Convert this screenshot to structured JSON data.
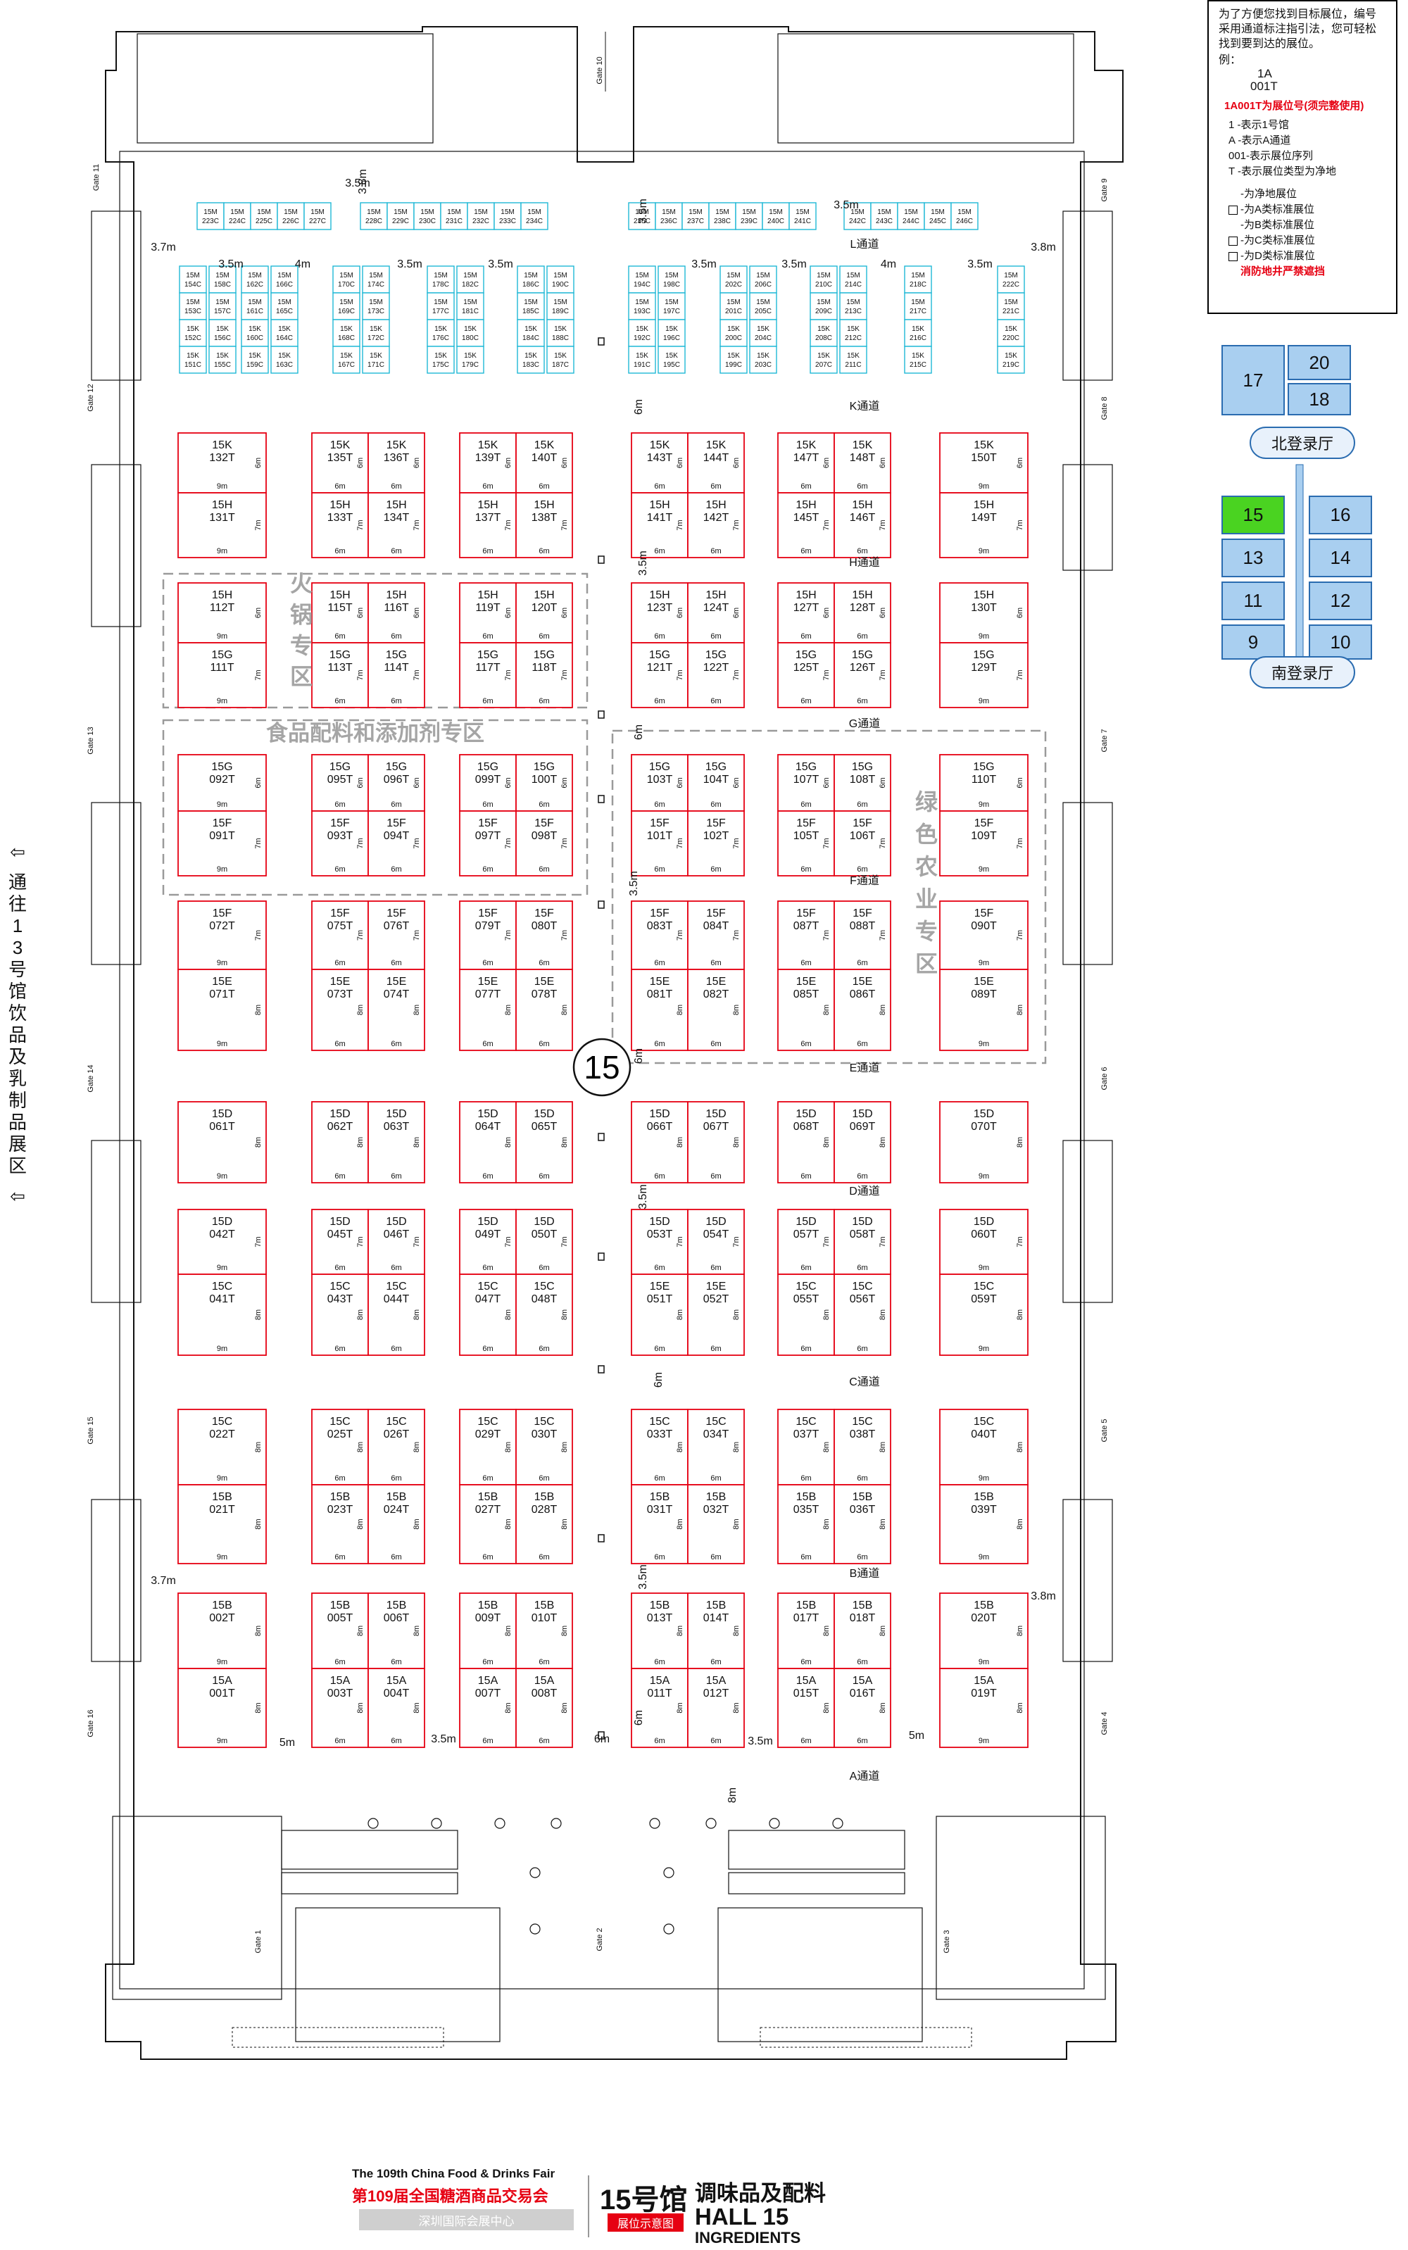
{
  "hall_number": "15",
  "legend": {
    "intro": "为了方便您找到目标展位，编号采用通道标注指引法，您可轻松找到要到达的展位。",
    "example_label": "例：",
    "example_code_line1": "1A",
    "example_code_line2": "001T",
    "example_note": "1A001T为展位号(须完整使用)",
    "explanations": [
      "1 -表示1号馆",
      "A -表示A通道",
      "001-表示展位序列",
      "T -表示展位类型为净地"
    ],
    "types": [
      "-为净地展位",
      "-为A类标准展位",
      "-为B类标准展位",
      "-为C类标准展位",
      "-为D类标准展位"
    ],
    "fire_note": "消防地井严禁遮挡"
  },
  "keymap": {
    "halls": [
      {
        "id": "17",
        "current": false
      },
      {
        "id": "20",
        "current": false
      },
      {
        "id": "18",
        "current": false
      },
      {
        "id": "15",
        "current": true
      },
      {
        "id": "16",
        "current": false
      },
      {
        "id": "13",
        "current": false
      },
      {
        "id": "14",
        "current": false
      },
      {
        "id": "11",
        "current": false
      },
      {
        "id": "12",
        "current": false
      },
      {
        "id": "9",
        "current": false
      },
      {
        "id": "10",
        "current": false
      }
    ],
    "north_lobby": "北登录厅",
    "south_lobby": "南登录厅"
  },
  "side_note": {
    "arrow": "⇦",
    "text": "通往13号馆饮品及乳制品展区"
  },
  "gates": [
    "Gate 10",
    "Gate 9",
    "Gate 8",
    "Gate 7",
    "Gate 6",
    "Gate 5",
    "Gate 4",
    "Gate 3",
    "Gate 2",
    "Gate 1",
    "Gate 16",
    "Gate 15",
    "Gate 14",
    "Gate 13",
    "Gate 12",
    "Gate 11"
  ],
  "aisles": [
    "L通道",
    "K通道",
    "H通道",
    "G通道",
    "F通道",
    "E通道",
    "D通道",
    "C通道",
    "B通道",
    "A通道"
  ],
  "zones": {
    "hotpot": "火锅专区",
    "food_ingredients": "食品配料和添加剂专区",
    "green_agri": "绿色农业专区"
  },
  "booth_dims": {
    "w6": "6m",
    "w9": "9m",
    "d7": "7m",
    "d8": "8m",
    "d6": "6m"
  },
  "aisle_dims": {
    "a": "3.5m",
    "b": "3.8m",
    "c": "3.7m",
    "d": "4m",
    "e": "6m",
    "f": "5m",
    "g": "8m",
    "h": "3.8m"
  },
  "small_booth_rows": [
    [
      "15M 223C",
      "15M 224C",
      "15M 225C",
      "15M 226C",
      "15M 227C",
      "15M 228C",
      "15M 229C",
      "15M 230C",
      "15M 231C",
      "15M 232C",
      "15M 233C",
      "15M 234C"
    ],
    [
      "15M 235C",
      "15M 236C",
      "15M 237C",
      "15M 238C",
      "15M 239C",
      "15M 240C",
      "15M 241C",
      "15M 242C",
      "15M 243C",
      "15M 244C",
      "15M 245C",
      "15M 246C"
    ]
  ],
  "small_booth_cols": [
    [
      "15M 154C",
      "15M 153C",
      "15K 152C",
      "15K 151C"
    ],
    [
      "15M 158C",
      "15M 157C",
      "15K 156C",
      "15K 155C"
    ],
    [
      "15M 162C",
      "15M 161C",
      "15K 160C",
      "15K 159C"
    ],
    [
      "15M 166C",
      "15M 165C",
      "15K 164C",
      "15K 163C"
    ],
    [
      "15M 170C",
      "15M 169C",
      "15K 168C",
      "15K 167C"
    ],
    [
      "15M 174C",
      "15M 173C",
      "15K 172C",
      "15K 171C"
    ],
    [
      "15M 178C",
      "15M 177C",
      "15K 176C",
      "15K 175C"
    ],
    [
      "15M 182C",
      "15M 181C",
      "15K 180C",
      "15K 179C"
    ],
    [
      "15M 186C",
      "15M 185C",
      "15K 184C",
      "15K 183C"
    ],
    [
      "15M 190C",
      "15M 189C",
      "15K 188C",
      "15K 187C"
    ],
    [
      "15M 194C",
      "15M 193C",
      "15K 192C",
      "15K 191C"
    ],
    [
      "15M 198C",
      "15M 197C",
      "15K 196C",
      "15K 195C"
    ],
    [
      "15M 202C",
      "15M 201C",
      "15K 200C",
      "15K 199C"
    ],
    [
      "15M 206C",
      "15M 205C",
      "15K 204C",
      "15K 203C"
    ],
    [
      "15M 210C",
      "15M 209C",
      "15K 208C",
      "15K 207C"
    ],
    [
      "15M 214C",
      "15M 213C",
      "15K 212C",
      "15K 211C"
    ],
    [
      "15M 218C",
      "15M 217C",
      "15K 216C",
      "15K 215C"
    ],
    [
      "15M 222C",
      "15M 221C",
      "15K 220C",
      "15K 219C"
    ]
  ],
  "booth_rows": [
    {
      "top": [
        "15K 132T",
        "15K 135T",
        "15K 136T",
        "15K 139T",
        "15K 140T",
        "15K 143T",
        "15K 144T",
        "15K 147T",
        "15K 148T",
        "15K 150T"
      ],
      "bottom": [
        "15H 131T",
        "15H 133T",
        "15H 134T",
        "15H 137T",
        "15H 138T",
        "15H 141T",
        "15H 142T",
        "15H 145T",
        "15H 146T",
        "15H 149T"
      ]
    },
    {
      "top": [
        "15H 112T",
        "15H 115T",
        "15H 116T",
        "15H 119T",
        "15H 120T",
        "15H 123T",
        "15H 124T",
        "15H 127T",
        "15H 128T",
        "15H 130T"
      ],
      "bottom": [
        "15G 111T",
        "15G 113T",
        "15G 114T",
        "15G 117T",
        "15G 118T",
        "15G 121T",
        "15G 122T",
        "15G 125T",
        "15G 126T",
        "15G 129T"
      ]
    },
    {
      "top": [
        "15G 092T",
        "15G 095T",
        "15G 096T",
        "15G 099T",
        "15G 100T",
        "15G 103T",
        "15G 104T",
        "15G 107T",
        "15G 108T",
        "15G 110T"
      ],
      "bottom": [
        "15F 091T",
        "15F 093T",
        "15F 094T",
        "15F 097T",
        "15F 098T",
        "15F 101T",
        "15F 102T",
        "15F 105T",
        "15F 106T",
        "15F 109T"
      ]
    },
    {
      "top": [
        "15F 072T",
        "15F 075T",
        "15F 076T",
        "15F 079T",
        "15F 080T",
        "15F 083T",
        "15F 084T",
        "15F 087T",
        "15F 088T",
        "15F 090T"
      ],
      "bottom": [
        "15E 071T",
        "15E 073T",
        "15E 074T",
        "15E 077T",
        "15E 078T",
        "15E 081T",
        "15E 082T",
        "15E 085T",
        "15E 086T",
        "15E 089T"
      ]
    },
    {
      "top": [
        "15D 061T",
        "15D 062T",
        "15D 063T",
        "15D 064T",
        "15D 065T",
        "15D 066T",
        "15D 067T",
        "15D 068T",
        "15D 069T",
        "15D 070T"
      ],
      "bottom": null
    },
    {
      "top": [
        "15D 042T",
        "15D 045T",
        "15D 046T",
        "15D 049T",
        "15D 050T",
        "15D 053T",
        "15D 054T",
        "15D 057T",
        "15D 058T",
        "15D 060T"
      ],
      "bottom": [
        "15C 041T",
        "15C 043T",
        "15C 044T",
        "15C 047T",
        "15C 048T",
        "15E 051T",
        "15E 052T",
        "15C 055T",
        "15C 056T",
        "15C 059T"
      ]
    },
    {
      "top": [
        "15C 022T",
        "15C 025T",
        "15C 026T",
        "15C 029T",
        "15C 030T",
        "15C 033T",
        "15C 034T",
        "15C 037T",
        "15C 038T",
        "15C 040T"
      ],
      "bottom": [
        "15B 021T",
        "15B 023T",
        "15B 024T",
        "15B 027T",
        "15B 028T",
        "15B 031T",
        "15B 032T",
        "15B 035T",
        "15B 036T",
        "15B 039T"
      ]
    },
    {
      "top": [
        "15B 002T",
        "15B 005T",
        "15B 006T",
        "15B 009T",
        "15B 010T",
        "15B 013T",
        "15B 014T",
        "15B 017T",
        "15B 018T",
        "15B 020T"
      ],
      "bottom": [
        "15A 001T",
        "15A 003T",
        "15A 004T",
        "15A 007T",
        "15A 008T",
        "15A 011T",
        "15A 012T",
        "15A 015T",
        "15A 016T",
        "15A 019T"
      ]
    }
  ],
  "footer": {
    "fair_en": "The 109th China Food & Drinks Fair",
    "fair_cn": "第109届全国糖酒商品交易会",
    "venue": "深圳国际会展中心",
    "hall_cn": "15号馆",
    "badge": "展位示意图",
    "category_cn": "调味品及配料",
    "hall_en": "HALL 15",
    "category_en": "INGREDIENTS"
  }
}
